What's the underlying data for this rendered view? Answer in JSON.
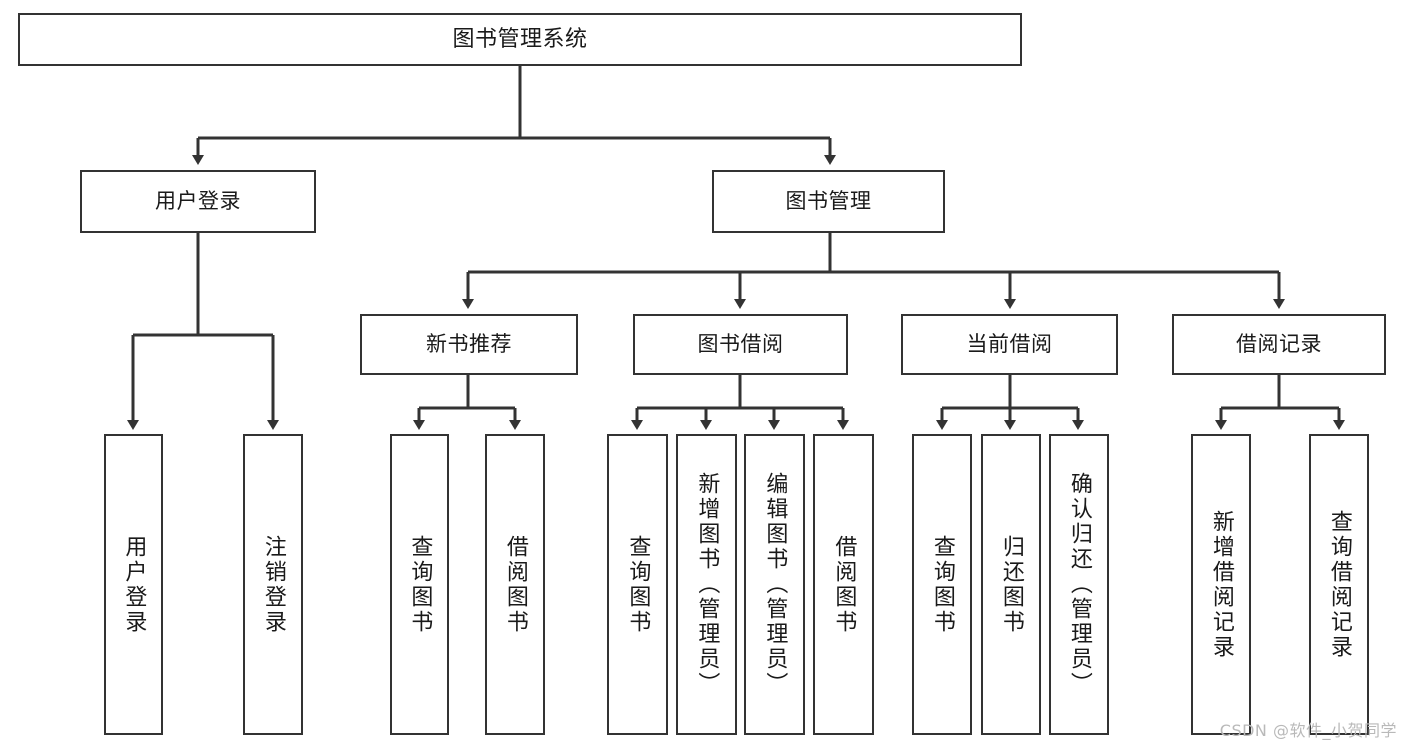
{
  "diagram": {
    "type": "tree-hierarchy",
    "title": "图书管理系统",
    "watermark": "CSDN @软件_小贺同学",
    "colors": {
      "node_border": "#333333",
      "node_fill": "#ffffff",
      "edge": "#333333",
      "text": "#1a1a1a",
      "watermark": "#b9b9b9",
      "background": "#ffffff"
    },
    "nodes": {
      "root": {
        "label": "图书管理系统",
        "orientation": "horizontal",
        "level": 0
      },
      "user_login": {
        "label": "用户登录",
        "orientation": "horizontal",
        "level": 1
      },
      "book_manage": {
        "label": "图书管理",
        "orientation": "horizontal",
        "level": 1
      },
      "new_book_rec": {
        "label": "新书推荐",
        "orientation": "horizontal",
        "level": 2
      },
      "book_borrow": {
        "label": "图书借阅",
        "orientation": "horizontal",
        "level": 2
      },
      "current_borrow": {
        "label": "当前借阅",
        "orientation": "horizontal",
        "level": 2
      },
      "borrow_record": {
        "label": "借阅记录",
        "orientation": "horizontal",
        "level": 2
      },
      "leaf_user_login": {
        "label": "用户登录",
        "orientation": "vertical",
        "level": 2
      },
      "leaf_logout": {
        "label": "注销登录",
        "orientation": "vertical",
        "level": 2
      },
      "leaf_query_book_1": {
        "label": "查询图书",
        "orientation": "vertical",
        "level": 3
      },
      "leaf_borrow_book_1": {
        "label": "借阅图书",
        "orientation": "vertical",
        "level": 3
      },
      "leaf_query_book_2": {
        "label": "查询图书",
        "orientation": "vertical",
        "level": 3
      },
      "leaf_add_book": {
        "label": "新增图书（管理员）",
        "orientation": "vertical",
        "level": 3
      },
      "leaf_edit_book": {
        "label": "编辑图书（管理员）",
        "orientation": "vertical",
        "level": 3
      },
      "leaf_borrow_book_2": {
        "label": "借阅图书",
        "orientation": "vertical",
        "level": 3
      },
      "leaf_query_book_3": {
        "label": "查询图书",
        "orientation": "vertical",
        "level": 3
      },
      "leaf_return_book": {
        "label": "归还图书",
        "orientation": "vertical",
        "level": 3
      },
      "leaf_confirm_return": {
        "label": "确认归还（管理员）",
        "orientation": "vertical",
        "level": 3
      },
      "leaf_add_record": {
        "label": "新增借阅记录",
        "orientation": "vertical",
        "level": 3
      },
      "leaf_query_record": {
        "label": "查询借阅记录",
        "orientation": "vertical",
        "level": 3
      }
    },
    "edges": [
      {
        "from": "root",
        "to": "user_login"
      },
      {
        "from": "root",
        "to": "book_manage"
      },
      {
        "from": "user_login",
        "to": "leaf_user_login"
      },
      {
        "from": "user_login",
        "to": "leaf_logout"
      },
      {
        "from": "book_manage",
        "to": "new_book_rec"
      },
      {
        "from": "book_manage",
        "to": "book_borrow"
      },
      {
        "from": "book_manage",
        "to": "current_borrow"
      },
      {
        "from": "book_manage",
        "to": "borrow_record"
      },
      {
        "from": "new_book_rec",
        "to": "leaf_query_book_1"
      },
      {
        "from": "new_book_rec",
        "to": "leaf_borrow_book_1"
      },
      {
        "from": "book_borrow",
        "to": "leaf_query_book_2"
      },
      {
        "from": "book_borrow",
        "to": "leaf_add_book"
      },
      {
        "from": "book_borrow",
        "to": "leaf_edit_book"
      },
      {
        "from": "book_borrow",
        "to": "leaf_borrow_book_2"
      },
      {
        "from": "current_borrow",
        "to": "leaf_query_book_3"
      },
      {
        "from": "current_borrow",
        "to": "leaf_return_book"
      },
      {
        "from": "current_borrow",
        "to": "leaf_confirm_return"
      },
      {
        "from": "borrow_record",
        "to": "leaf_add_record"
      },
      {
        "from": "borrow_record",
        "to": "leaf_query_record"
      }
    ]
  }
}
